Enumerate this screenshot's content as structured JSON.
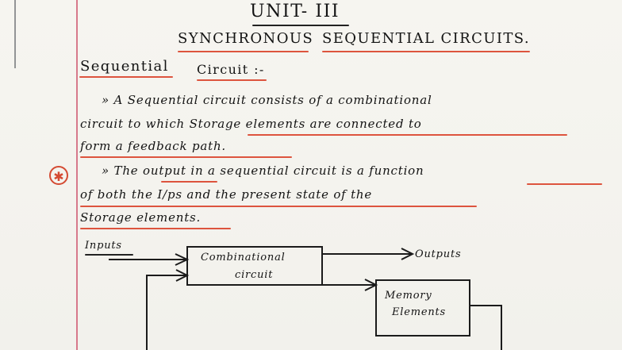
{
  "document": {
    "title": "UNIT- III",
    "subtitle_part1": "SYNCHRONOUS",
    "subtitle_part2": "SEQUENTIAL  CIRCUITS.",
    "section_heading_part1": "Sequential",
    "section_heading_part2": "Circuit :-",
    "paragraph1": [
      "» A Sequential circuit consists of a combinational",
      "circuit to which Storage elements are connected to",
      "form a feedback path."
    ],
    "star_symbol": "✱",
    "paragraph2": [
      "» The output in a sequential circuit is a function",
      "of both the I/ps and the present state of the",
      "Storage elements."
    ],
    "diagram": {
      "inputs": "Inputs",
      "combinational_line1": "Combinational",
      "combinational_line2": "circuit",
      "outputs": "Outputs",
      "memory_line1": "Memory",
      "memory_line2": "Elements"
    }
  }
}
